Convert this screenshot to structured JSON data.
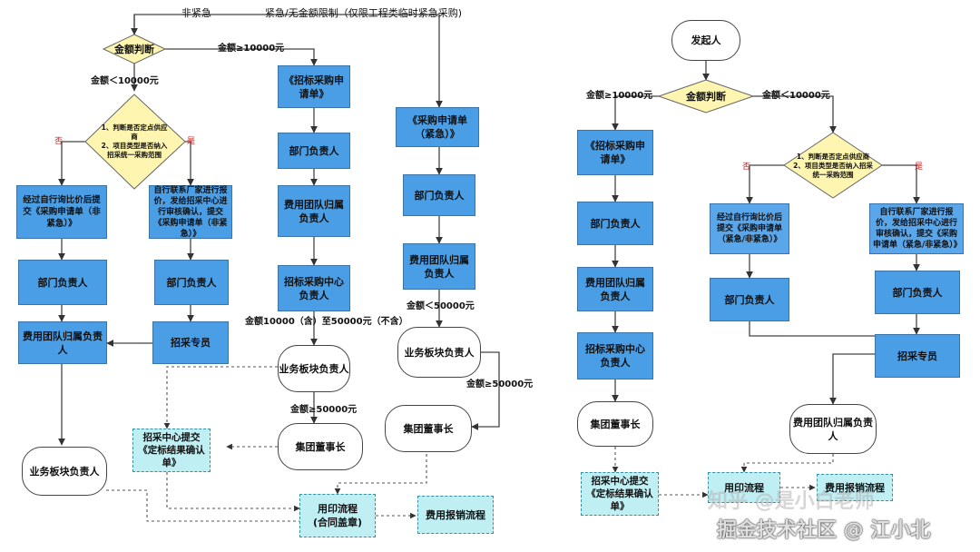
{
  "left": {
    "top_branch_non_urgent": "非紧急",
    "top_branch_urgent": "紧急/无金额限制（仅限工程类临时紧急采购)",
    "decision_amount": "金额判断",
    "amount_ge": "金额≥10000元",
    "amount_lt": "金额＜10000元",
    "decision_check": "1、判断是否定点供应商\n2、项目类型是否纳入招采统一采购范围",
    "no": "否",
    "yes": "是",
    "self_inquiry": "经过自行询比价后提交《采购申请单（非紧急）》",
    "self_contact": "自行联系厂家进行报价，发给招采中心进行审核确认，提交《采购申请单（非紧急）》",
    "dept_head_1": "部门负责人",
    "dept_head_2": "部门负责人",
    "cost_team_1": "费用团队归属负责人",
    "procurement_staff": "招采专员",
    "business_head_1": "业务板块负责人",
    "tender_request": "《招标采购申请单》",
    "dept_head_3": "部门负责人",
    "cost_team_2": "费用团队归属负责人",
    "tender_center_head": "招标采购中心负责人",
    "amount_range": "金额10000（含）至50000元（不含）",
    "business_head_2": "业务板块负责人",
    "amount_ge_50000_a": "金额≥50000元",
    "group_chairman_1": "集团董事长",
    "tender_submit": "招采中心提交《定标结果确认单》",
    "seal_flow": "用印流程\n(合同盖章)",
    "expense_flow_1": "费用报销流程",
    "urgent_request": "《采购申请单（紧急）》",
    "dept_head_4": "部门负责人",
    "cost_team_3": "费用团队归属负责人",
    "amount_lt_50000": "金额＜50000元",
    "business_head_3": "业务板块负责人",
    "amount_ge_50000_b": "金额≥50000元",
    "group_chairman_2": "集团董事长"
  },
  "right": {
    "initiator": "发起人",
    "decision_amount": "金额判断",
    "amount_ge": "金额≥10000元",
    "amount_lt": "金额＜10000元",
    "tender_request": "《招标采购申请单》",
    "dept_head_1": "部门负责人",
    "cost_team_1": "费用团队归属负责人",
    "tender_center_head": "招标采购中心负责人",
    "group_chairman": "集团董事长",
    "tender_submit": "招采中心提交《定标结果确认单》",
    "seal_flow": "用印流程",
    "expense_flow": "费用报销流程",
    "decision_check": "1、判断是否定点供应商\n2、项目类型是否纳入招采统一采购范围",
    "no": "否",
    "yes": "是",
    "self_inquiry": "经过自行询比价后提交《采购申请单（紧急/非紧急）》",
    "self_contact": "自行联系厂家进行报价，发给招采中心进行审核确认，提交《采购申请单（紧急/非紧急）》",
    "dept_head_2": "部门负责人",
    "dept_head_3": "部门负责人",
    "procurement_staff": "招采专员",
    "cost_team_2": "费用团队归属负责人"
  },
  "watermark": {
    "zhihu": "知乎 @是小白老师",
    "juejin": "掘金技术社区 @ 江小北"
  },
  "colors": {
    "process_box": "#4a9ee6",
    "dashed_box": "#bfeef3",
    "decision": "#fdf5b0"
  }
}
